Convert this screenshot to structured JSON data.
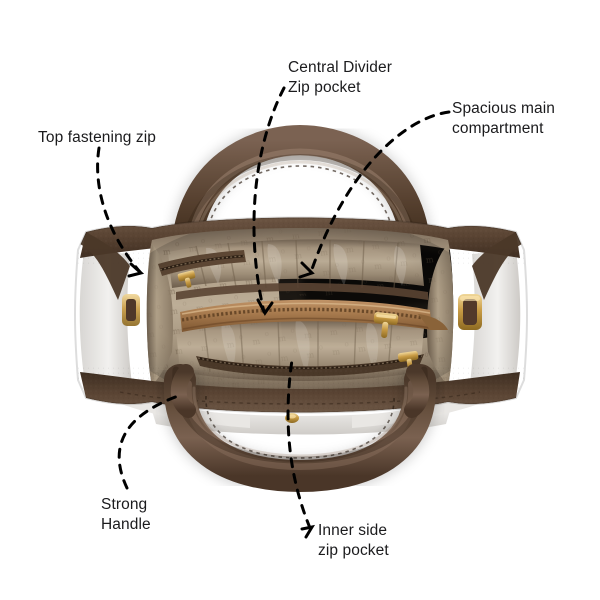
{
  "diagram": {
    "title": "Handbag interior feature callouts",
    "background_color": "#ffffff",
    "label_color": "#1b1b1d",
    "leader_line_color": "#000000",
    "leader_line_style": "dashed",
    "product": {
      "type": "structured tote handbag, top-down interior view",
      "exterior_color": "#ffffff",
      "leather_trim_color": "#5a4436",
      "handle_color": "#5b4638",
      "lining_color": "#a99781",
      "lining_pattern": "tonal monogram print",
      "hardware_color": "#c79a3e",
      "inner_compartment_color": "#181512",
      "divider_zip_tape_color": "#9d6f44"
    },
    "callouts": [
      {
        "id": "top-fastening-zip",
        "label": "Top fastening zip"
      },
      {
        "id": "central-divider-zip-pocket",
        "label": "Central Divider\nZip pocket"
      },
      {
        "id": "spacious-main-compartment",
        "label": "Spacious main\ncompartment"
      },
      {
        "id": "strong-handle",
        "label": "Strong\nHandle"
      },
      {
        "id": "inner-side-zip-pocket",
        "label": "Inner side\nzip pocket"
      }
    ]
  }
}
